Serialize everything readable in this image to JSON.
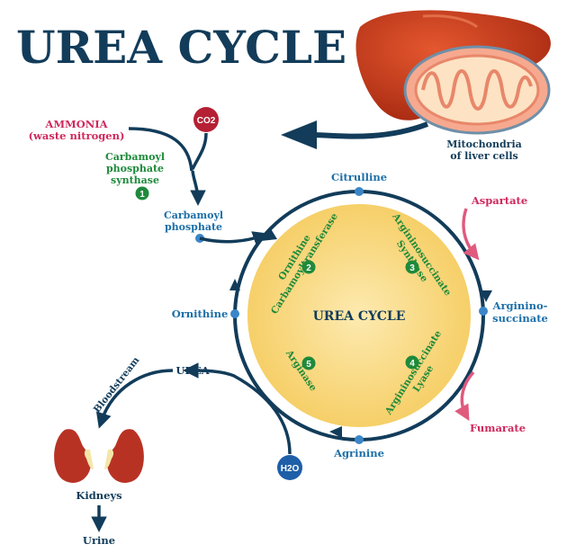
{
  "title": "UREA CYCLE",
  "center_label": "UREA CYCLE",
  "inputs": {
    "ammonia_line1": "AMMONIA",
    "ammonia_line2": "(waste nitrogen)",
    "co2": "CO2",
    "h2o": "H2O"
  },
  "enzyme1": {
    "line1": "Carbamoyl",
    "line2": "phosphate",
    "line3": "synthase",
    "number": "1"
  },
  "product_carbamoyl": {
    "line1": "Carbamoyl",
    "line2": "phosphate"
  },
  "metabolites": {
    "citrulline": "Citrulline",
    "ornithine": "Ornithine",
    "argininosuccinate_line1": "Arginino-",
    "argininosuccinate_line2": "succinate",
    "arginine": "Agrinine",
    "aspartate": "Aspartate",
    "fumarate": "Fumarate",
    "urea": "UREA"
  },
  "enzymes_in_cycle": [
    {
      "number": "2",
      "line1": "Ornithine",
      "line2": "Carbamoyltransferase"
    },
    {
      "number": "3",
      "line1": "Argininosuccinate",
      "line2": "Synthase"
    },
    {
      "number": "4",
      "line1": "Argininosuccinate",
      "line2": "Lyase"
    },
    {
      "number": "5",
      "line1": "Arginase",
      "line2": ""
    }
  ],
  "mitochondria_line1": "Mitochondria",
  "mitochondria_line2": "of liver cells",
  "bloodstream": "Bloodstream",
  "kidneys": "Kidneys",
  "urine": "Urine",
  "colors": {
    "navy": "#123c5a",
    "green": "#1f8a3b",
    "pink": "#d0285c",
    "blue_label": "#1c6fa8",
    "circle_fill": "#f9d77a",
    "liver": "#c43a1c"
  }
}
